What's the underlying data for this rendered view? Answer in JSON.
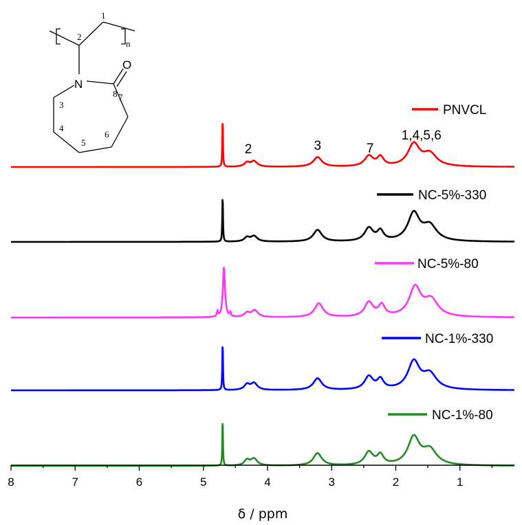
{
  "chart_data": {
    "type": "line",
    "xlabel": "δ / ppm",
    "xlim": [
      8,
      0.15
    ],
    "x_ticks": [
      "8",
      "7",
      "6",
      "5",
      "4",
      "3",
      "2",
      "1"
    ],
    "x_tick_values": [
      8,
      7,
      6,
      5,
      4,
      3,
      2,
      1
    ],
    "grid": false,
    "legend_placement": "right, next to each trace",
    "series": [
      {
        "name": "PNVCL",
        "color": "#ff0000",
        "peaks": [
          {
            "ppm": 4.7,
            "height": 72,
            "width": 0.006
          },
          {
            "ppm": 4.32,
            "height": 6,
            "width": 0.05
          },
          {
            "ppm": 4.21,
            "height": 8,
            "width": 0.06
          },
          {
            "ppm": 3.22,
            "height": 14,
            "width": 0.08
          },
          {
            "ppm": 2.42,
            "height": 15,
            "width": 0.08
          },
          {
            "ppm": 2.24,
            "height": 13,
            "width": 0.06
          },
          {
            "ppm": 1.72,
            "height": 32,
            "width": 0.11
          },
          {
            "ppm": 1.47,
            "height": 18,
            "width": 0.13
          }
        ]
      },
      {
        "name": "NC-5%-330",
        "color": "#000000",
        "peaks": [
          {
            "ppm": 4.7,
            "height": 70,
            "width": 0.006
          },
          {
            "ppm": 4.32,
            "height": 6,
            "width": 0.05
          },
          {
            "ppm": 4.21,
            "height": 8,
            "width": 0.06
          },
          {
            "ppm": 3.22,
            "height": 17,
            "width": 0.08
          },
          {
            "ppm": 2.42,
            "height": 19,
            "width": 0.08
          },
          {
            "ppm": 2.24,
            "height": 14,
            "width": 0.06
          },
          {
            "ppm": 1.72,
            "height": 40,
            "width": 0.11
          },
          {
            "ppm": 1.47,
            "height": 22,
            "width": 0.13
          }
        ]
      },
      {
        "name": "NC-5%-80",
        "color": "#ff33ff",
        "peaks": [
          {
            "ppm": 4.68,
            "height": 72,
            "width": 0.02
          },
          {
            "ppm": 4.78,
            "height": 8,
            "width": 0.01
          },
          {
            "ppm": 4.58,
            "height": 6,
            "width": 0.01
          },
          {
            "ppm": 4.32,
            "height": 6,
            "width": 0.05
          },
          {
            "ppm": 4.2,
            "height": 10,
            "width": 0.06
          },
          {
            "ppm": 3.2,
            "height": 20,
            "width": 0.08
          },
          {
            "ppm": 2.42,
            "height": 21,
            "width": 0.08
          },
          {
            "ppm": 2.22,
            "height": 16,
            "width": 0.06
          },
          {
            "ppm": 1.7,
            "height": 42,
            "width": 0.11
          },
          {
            "ppm": 1.45,
            "height": 24,
            "width": 0.13
          }
        ]
      },
      {
        "name": "NC-1%-330",
        "color": "#0000ff",
        "peaks": [
          {
            "ppm": 4.7,
            "height": 72,
            "width": 0.006
          },
          {
            "ppm": 4.32,
            "height": 8,
            "width": 0.05
          },
          {
            "ppm": 4.21,
            "height": 10,
            "width": 0.06
          },
          {
            "ppm": 3.22,
            "height": 17,
            "width": 0.08
          },
          {
            "ppm": 2.42,
            "height": 19,
            "width": 0.08
          },
          {
            "ppm": 2.24,
            "height": 14,
            "width": 0.06
          },
          {
            "ppm": 1.72,
            "height": 40,
            "width": 0.11
          },
          {
            "ppm": 1.47,
            "height": 22,
            "width": 0.13
          }
        ]
      },
      {
        "name": "NC-1%-80",
        "color": "#228b22",
        "peaks": [
          {
            "ppm": 4.7,
            "height": 70,
            "width": 0.006
          },
          {
            "ppm": 4.32,
            "height": 8,
            "width": 0.05
          },
          {
            "ppm": 4.21,
            "height": 10,
            "width": 0.06
          },
          {
            "ppm": 3.22,
            "height": 18,
            "width": 0.08
          },
          {
            "ppm": 2.42,
            "height": 19,
            "width": 0.08
          },
          {
            "ppm": 2.24,
            "height": 14,
            "width": 0.06
          },
          {
            "ppm": 1.72,
            "height": 40,
            "width": 0.11
          },
          {
            "ppm": 1.47,
            "height": 22,
            "width": 0.13
          }
        ]
      }
    ],
    "annotations": [
      {
        "text": "2",
        "ppm": 4.3
      },
      {
        "text": "3",
        "ppm": 3.22
      },
      {
        "text": "7",
        "ppm": 2.4
      },
      {
        "text": "1,4,5,6",
        "ppm": 1.6
      }
    ]
  },
  "structure": {
    "atoms": {
      "nitrogen": "N",
      "oxygen": "O"
    },
    "labels": [
      "1",
      "2",
      "3",
      "4",
      "5",
      "6",
      "7",
      "8"
    ],
    "repeat": "n"
  }
}
